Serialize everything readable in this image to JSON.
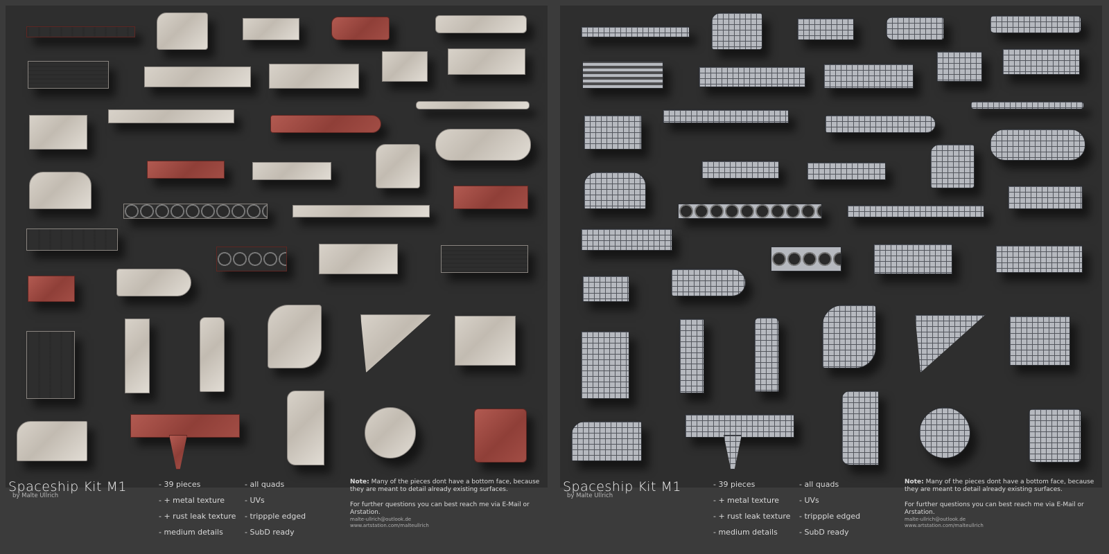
{
  "title": "Spaceship Kit M1",
  "author": "by Malte Ullrich",
  "features_col1": [
    "- 39 pieces",
    "- + metal texture",
    "- + rust leak texture",
    "- medium details"
  ],
  "features_col2": [
    "- all quads",
    "- UVs",
    "- trippple edged",
    "- SubD ready"
  ],
  "note_label": "Note:",
  "note_text": "Many of the pieces dont have a bottom face, because they are meant to detail already existing surfaces.",
  "contact_text": "For further questions you can best reach me via E-Mail or Arstation.",
  "email": "malte-ullrich@outlook.de",
  "website": "www.artstation.com/malteullrich",
  "colors": {
    "background": "#3b3b3b",
    "panel": "#2e2e2e",
    "metal": "#d8d2c9",
    "rust": "#a24d45",
    "wireframe": "#b6b9bf"
  }
}
